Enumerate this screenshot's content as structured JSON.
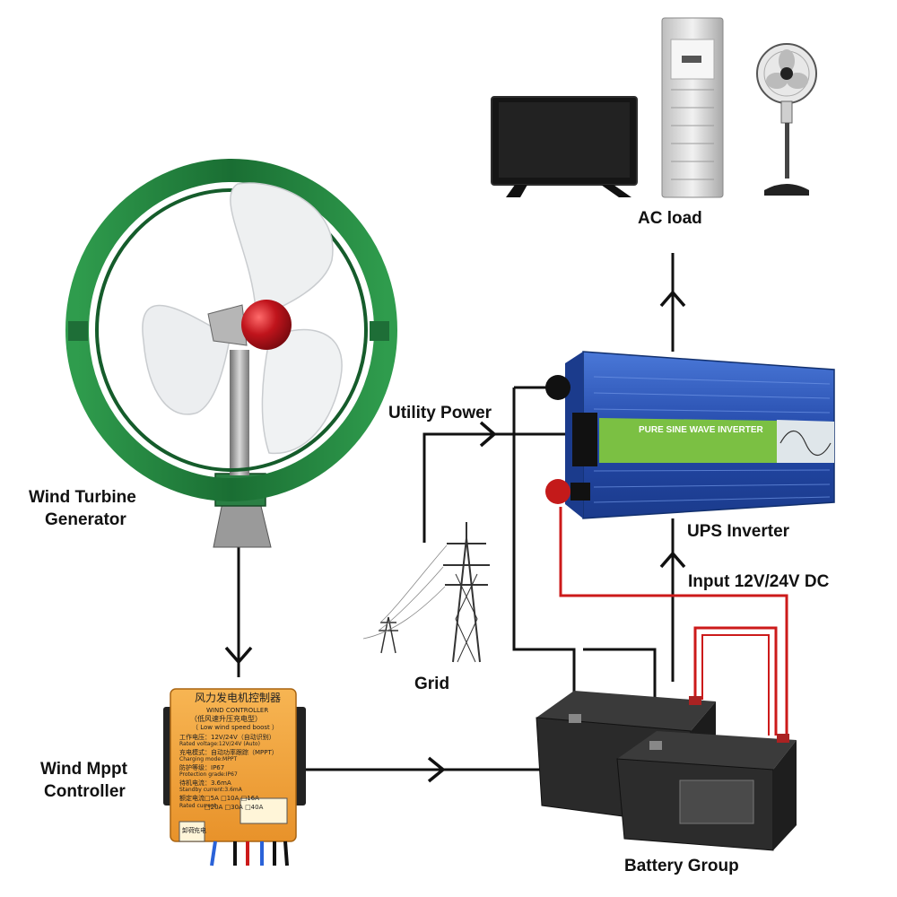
{
  "labels": {
    "turbine_line1": "Wind Turbine",
    "turbine_line2": "Generator",
    "controller_line1": "Wind Mppt",
    "controller_line2": "Controller",
    "grid": "Grid",
    "utility_power": "Utility Power",
    "ac_load": "AC load",
    "ups_inverter": "UPS Inverter",
    "input_dc": "Input 12V/24V DC",
    "battery_group": "Battery Group"
  },
  "inverter": {
    "banner": "PURE SINE WAVE INVERTER"
  },
  "controller": {
    "title_cn": "风力发电机控制器",
    "title_en": "WIND CONTROLLER",
    "subtitle_cn": "（低风速升压充电型）",
    "subtitle_en": "（ Low wind speed boost ）",
    "voltage_cn": "工作电压：12V/24V（自动识别）",
    "voltage_en": "Rated voltage:12V/24V (Auto)",
    "mode_cn": "充电模式：自动功率跟踪（MPPT）",
    "mode_en": "Charging mode:MPPT",
    "protection_cn": "防护等级：IP67",
    "protection_en": "Protection grade:IP67",
    "standby_cn": "待机电流：3.6mA",
    "standby_en": "Standby current:3.6mA",
    "current_cn": "额定电流",
    "current_en": "Rated current",
    "current_options_row1": "□5A  □10A  □16A",
    "current_options_row2": "□20A  □30A  □40A",
    "terminal_left": "卸荷",
    "terminal_right": "充电"
  },
  "colors": {
    "turbine_ring": "#1f7a3a",
    "turbine_hub": "#c0141c",
    "controller_body": "#f2a23a",
    "inverter_body": "#2b55b8",
    "inverter_banner": "#7bc043",
    "red_wire": "#cc1a1a",
    "black_wire": "#111111",
    "battery_body": "#2a2a2a"
  },
  "icons": [
    "tv-icon",
    "air-conditioner-icon",
    "fan-icon",
    "power-tower-icon"
  ]
}
